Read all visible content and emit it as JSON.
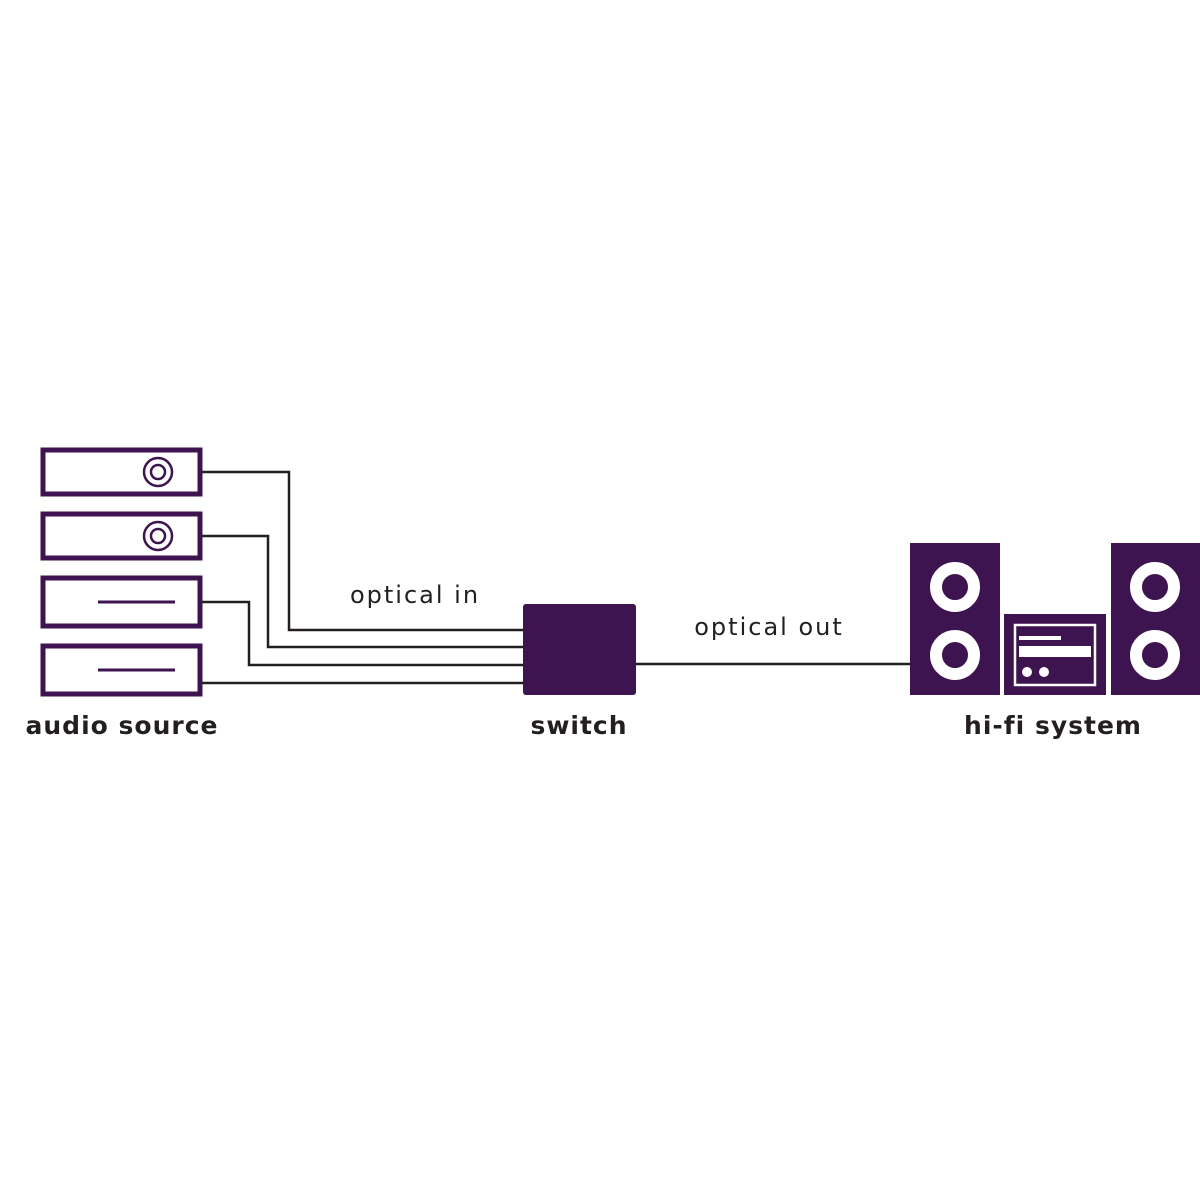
{
  "colors": {
    "device": "#3d1450",
    "wire": "#231f20",
    "text": "#231f20",
    "background": "#ffffff"
  },
  "labels": {
    "audio_source": "audio source",
    "switch": "switch",
    "hifi_system": "hi-fi system",
    "optical_in": "optical in",
    "optical_out": "optical out"
  },
  "audio_source": {
    "units": [
      {
        "front": "disc-drive"
      },
      {
        "front": "disc-drive"
      },
      {
        "front": "slot"
      },
      {
        "front": "slot"
      }
    ]
  }
}
